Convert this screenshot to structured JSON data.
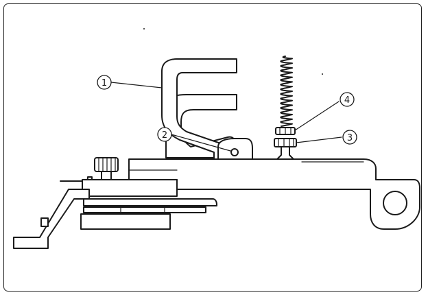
{
  "diagram": {
    "callouts": [
      {
        "id": "1",
        "label": "1"
      },
      {
        "id": "2",
        "label": "2"
      },
      {
        "id": "3",
        "label": "3"
      },
      {
        "id": "4",
        "label": "4"
      }
    ]
  },
  "colors": {
    "ink": "#1a1a1a",
    "paper": "#ffffff"
  }
}
